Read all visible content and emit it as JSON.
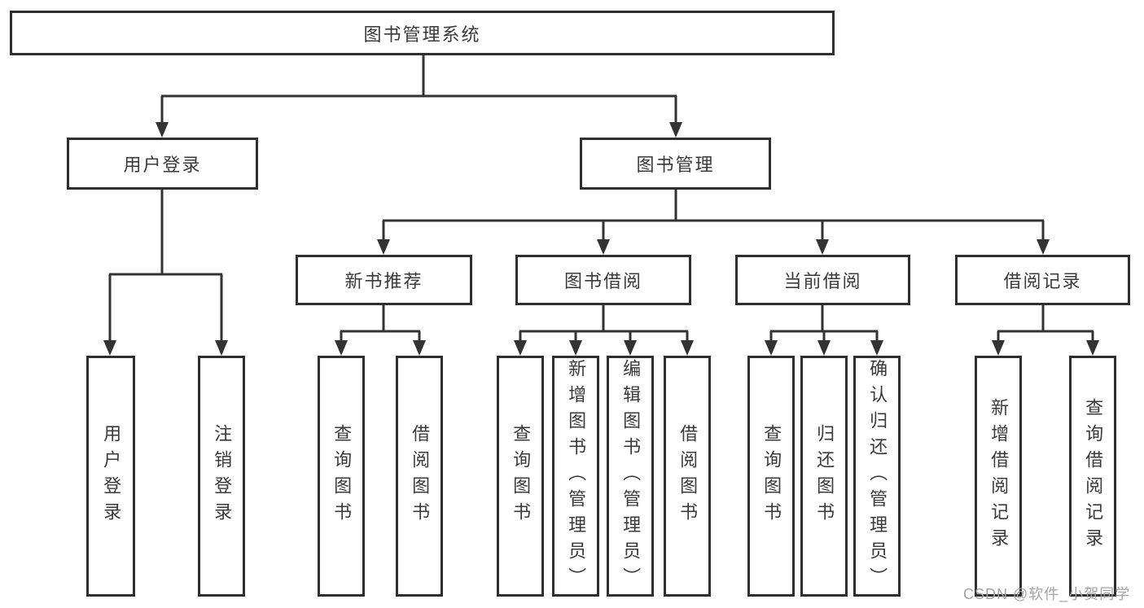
{
  "diagram": {
    "root": {
      "label": "图书管理系统"
    },
    "level2": {
      "user_login": {
        "label": "用户登录"
      },
      "book_mgmt": {
        "label": "图书管理"
      }
    },
    "level3": {
      "new_books": {
        "label": "新书推荐"
      },
      "book_borrow": {
        "label": "图书借阅"
      },
      "current_borrow": {
        "label": "当前借阅"
      },
      "borrow_records": {
        "label": "借阅记录"
      }
    },
    "leaves": {
      "user_login": [
        "用户登录",
        "注销登录"
      ],
      "new_books": [
        "查询图书",
        "借阅图书"
      ],
      "book_borrow": [
        "查询图书",
        "新增图书（管理员）",
        "编辑图书（管理员）",
        "借阅图书"
      ],
      "current_borrow": [
        "查询图书",
        "归还图书",
        "确认归还（管理员）"
      ],
      "borrow_records": [
        "新增借阅记录",
        "查询借阅记录"
      ]
    }
  },
  "watermark": {
    "text": "CSDN @软件_小贺同学"
  },
  "colors": {
    "line": "#333333",
    "box_border": "#2f2f2f",
    "text": "#3a3a3a",
    "background": "#ffffff",
    "watermark": "#a3a3a3"
  }
}
